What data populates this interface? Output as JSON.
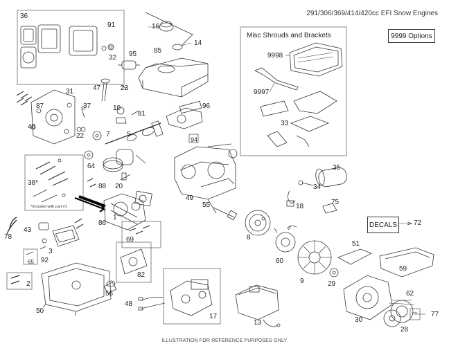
{
  "header": {
    "title": "291/306/369/414/420cc EFI Snow Engines"
  },
  "footer": {
    "text": "ILLUSTRATION FOR REFERENCE PURPOSES ONLY"
  },
  "boxes": {
    "misc_shrouds": {
      "title": "Misc Shrouds and Brackets"
    },
    "options": {
      "label": "9999  Options"
    },
    "decals": {
      "label": "DECALS"
    },
    "kit_note": "*Included with part #1"
  },
  "callouts": [
    {
      "id": "36",
      "text": "36"
    },
    {
      "id": "91",
      "text": "91"
    },
    {
      "id": "32",
      "text": "32"
    },
    {
      "id": "16",
      "text": "16"
    },
    {
      "id": "14",
      "text": "14"
    },
    {
      "id": "85",
      "text": "85"
    },
    {
      "id": "95",
      "text": "95"
    },
    {
      "id": "47",
      "text": "47"
    },
    {
      "id": "23",
      "text": "23"
    },
    {
      "id": "31",
      "text": "31"
    },
    {
      "id": "87",
      "text": "87"
    },
    {
      "id": "37",
      "text": "37"
    },
    {
      "id": "10",
      "text": "10"
    },
    {
      "id": "81",
      "text": "81"
    },
    {
      "id": "96",
      "text": "96"
    },
    {
      "id": "40",
      "text": "40"
    },
    {
      "id": "22",
      "text": "22"
    },
    {
      "id": "7",
      "text": "7"
    },
    {
      "id": "5",
      "text": "5"
    },
    {
      "id": "94",
      "text": "94"
    },
    {
      "id": "9998",
      "text": "9998"
    },
    {
      "id": "9997",
      "text": "9997"
    },
    {
      "id": "33",
      "text": "33"
    },
    {
      "id": "64",
      "text": "64"
    },
    {
      "id": "35",
      "text": "35"
    },
    {
      "id": "38",
      "text": "38*"
    },
    {
      "id": "88",
      "text": "88"
    },
    {
      "id": "20",
      "text": "20"
    },
    {
      "id": "34",
      "text": "34"
    },
    {
      "id": "49",
      "text": "49"
    },
    {
      "id": "18",
      "text": "18"
    },
    {
      "id": "55",
      "text": "55"
    },
    {
      "id": "75",
      "text": "75"
    },
    {
      "id": "1",
      "text": "1"
    },
    {
      "id": "86",
      "text": "86"
    },
    {
      "id": "43",
      "text": "43"
    },
    {
      "id": "78",
      "text": "78"
    },
    {
      "id": "3",
      "text": "3"
    },
    {
      "id": "65",
      "text": "65"
    },
    {
      "id": "92",
      "text": "92"
    },
    {
      "id": "69",
      "text": "69"
    },
    {
      "id": "72",
      "text": "72"
    },
    {
      "id": "8",
      "text": "8"
    },
    {
      "id": "60",
      "text": "60"
    },
    {
      "id": "51",
      "text": "51"
    },
    {
      "id": "59",
      "text": "59"
    },
    {
      "id": "2",
      "text": "2"
    },
    {
      "id": "82",
      "text": "82"
    },
    {
      "id": "9",
      "text": "9"
    },
    {
      "id": "29",
      "text": "29"
    },
    {
      "id": "56",
      "text": "56"
    },
    {
      "id": "50",
      "text": "50"
    },
    {
      "id": "48",
      "text": "48"
    },
    {
      "id": "17",
      "text": "17"
    },
    {
      "id": "13",
      "text": "13"
    },
    {
      "id": "62",
      "text": "62"
    },
    {
      "id": "30",
      "text": "30"
    },
    {
      "id": "77",
      "text": "77"
    },
    {
      "id": "28",
      "text": "28"
    }
  ]
}
